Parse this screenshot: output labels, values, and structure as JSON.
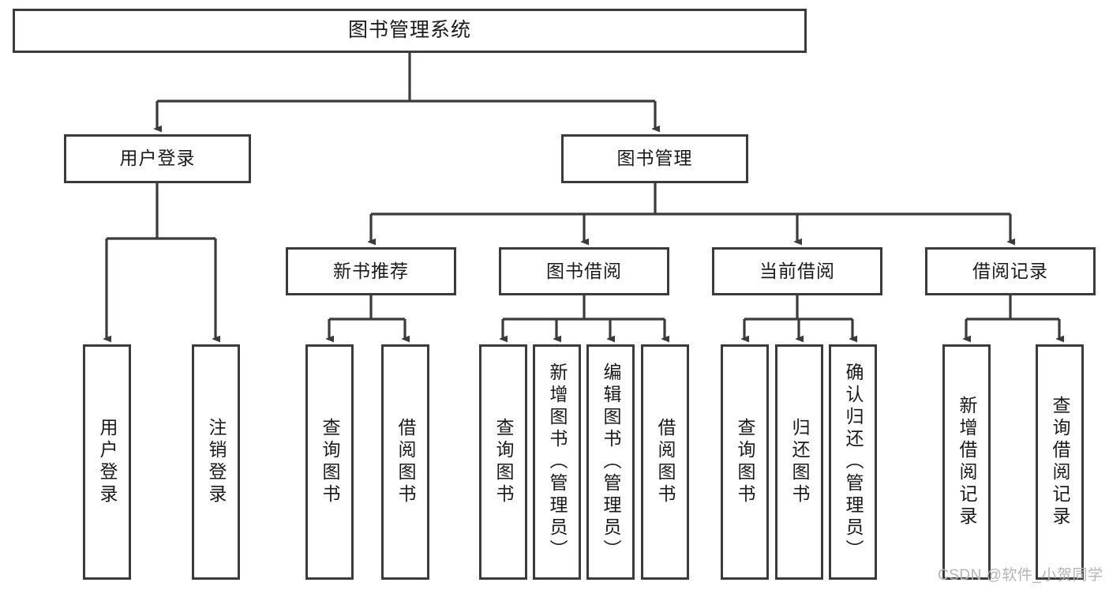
{
  "diagram": {
    "title": "图书管理系统",
    "root": {
      "label": "图书管理系统",
      "id": "book-management-system"
    },
    "level2": [
      {
        "id": "user-login",
        "label": "用户登录"
      },
      {
        "id": "book-management",
        "label": "图书管理"
      }
    ],
    "level3": [
      {
        "id": "new-book-recommend",
        "label": "新书推荐"
      },
      {
        "id": "book-borrow",
        "label": "图书借阅"
      },
      {
        "id": "current-borrow",
        "label": "当前借阅"
      },
      {
        "id": "borrow-record",
        "label": "借阅记录"
      }
    ],
    "leaves": {
      "user_login": [
        {
          "id": "leaf-user-login",
          "label": "用户登录"
        },
        {
          "id": "leaf-logout-login",
          "label": "注销登录"
        }
      ],
      "new_book_recommend": [
        {
          "id": "leaf-query-book-1",
          "label": "查询图书"
        },
        {
          "id": "leaf-borrow-book-1",
          "label": "借阅图书"
        }
      ],
      "book_borrow": [
        {
          "id": "leaf-query-book-2",
          "label": "查询图书"
        },
        {
          "id": "leaf-add-book",
          "label": "新增图书（管理员）"
        },
        {
          "id": "leaf-edit-book",
          "label": "编辑图书（管理员）"
        },
        {
          "id": "leaf-borrow-book-2",
          "label": "借阅图书"
        }
      ],
      "current_borrow": [
        {
          "id": "leaf-query-book-3",
          "label": "查询图书"
        },
        {
          "id": "leaf-return-book",
          "label": "归还图书"
        },
        {
          "id": "leaf-confirm-return",
          "label": "确认归还（管理员）"
        }
      ],
      "borrow_record": [
        {
          "id": "leaf-add-borrow-record",
          "label": "新增借阅记录"
        },
        {
          "id": "leaf-query-borrow-record",
          "label": "查询借阅记录"
        }
      ]
    },
    "watermark": "CSDN @软件_小贺同学",
    "colors": {
      "border": "#3b3b3b",
      "text": "#1a1a1a",
      "background": "#ffffff",
      "watermark": "#b4b4b4"
    }
  }
}
